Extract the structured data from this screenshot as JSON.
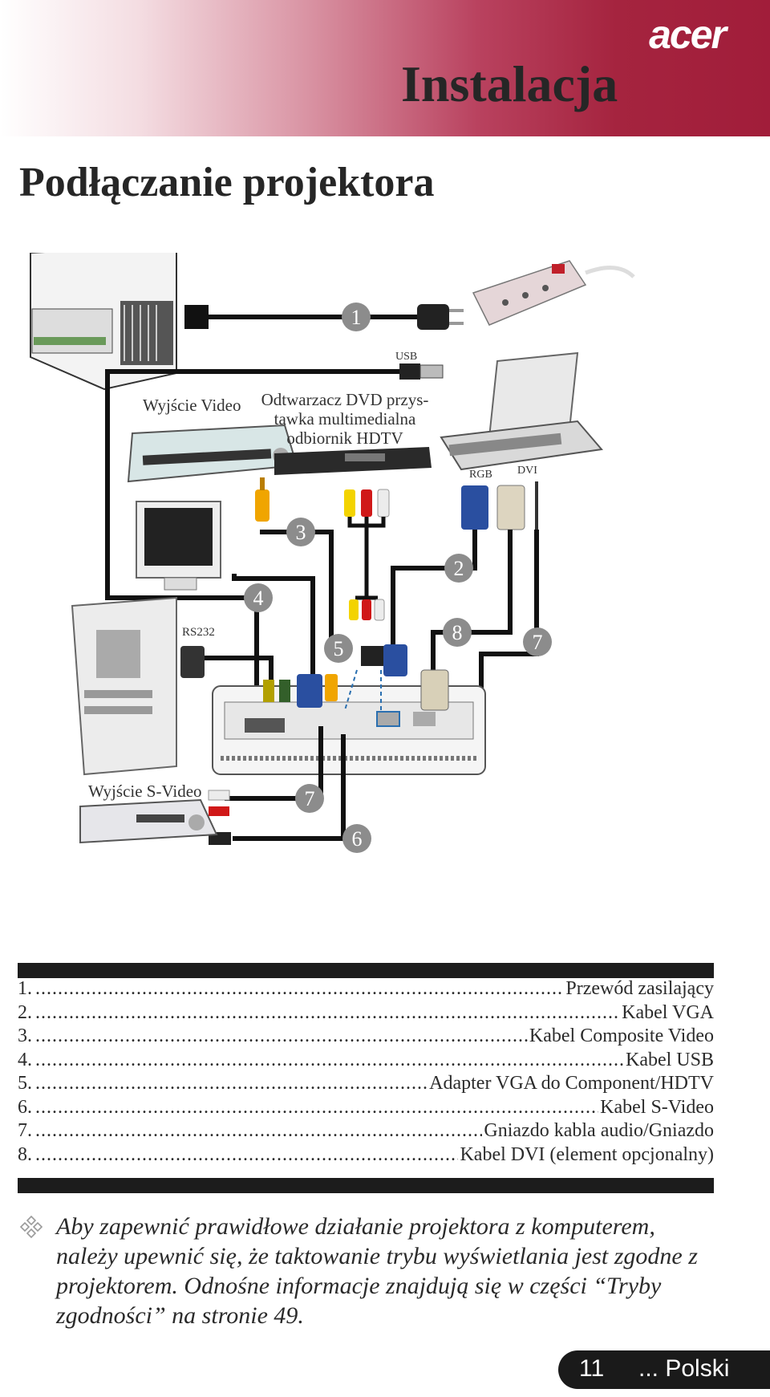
{
  "header": {
    "logo": "acer",
    "title": "Instalacja"
  },
  "section_title": "Podłączanie projektora",
  "diagram": {
    "labels": {
      "usb": "USB",
      "video_out": "Wyjście Video",
      "dvd_line1": "Odtwarzacz DVD przys-",
      "dvd_line2": "tawka multimedialna",
      "dvd_line3": "odbiornik HDTV",
      "rgb": "RGB",
      "dvi": "DVI",
      "rs232": "RS232",
      "svideo_out": "Wyjście S-Video"
    },
    "markers": [
      "1",
      "2",
      "3",
      "4",
      "5",
      "6",
      "7",
      "7",
      "8"
    ]
  },
  "legend": [
    {
      "num": "1.",
      "label": "Przewód zasilający"
    },
    {
      "num": "2.",
      "label": "Kabel VGA"
    },
    {
      "num": "3.",
      "label": "Kabel Composite Video"
    },
    {
      "num": "4.",
      "label": "Kabel USB"
    },
    {
      "num": "5.",
      "label": "Adapter VGA do Component/HDTV"
    },
    {
      "num": "6.",
      "label": "Kabel S-Video"
    },
    {
      "num": "7.",
      "label": "Gniazdo kabla audio/Gniazdo"
    },
    {
      "num": "8.",
      "label": "Kabel DVI (element opcjonalny)"
    }
  ],
  "note": {
    "icon": "diamond-bullet-icon",
    "text": "Aby zapewnić prawidłowe działanie projektora z komputerem, należy upewnić się, że taktowanie trybu wyświetlania jest zgodne z projektorem. Odnośne informacje znajdują się w części “Tryby zgodności” na stronie 49."
  },
  "footer": {
    "page": "11",
    "language": "... Polski"
  },
  "colors": {
    "header_red": "#a11d3a",
    "dark": "#1c1c1c",
    "marker_gray": "#8c8c8c"
  }
}
